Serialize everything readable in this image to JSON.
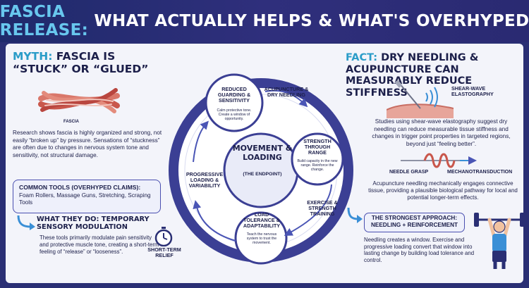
{
  "header": {
    "title_accent": "FASCIA RELEASE:",
    "title_rest": " WHAT ACTUALLY HELPS & WHAT'S OVERHYPED"
  },
  "myth": {
    "heading_accent": "MYTH:",
    "heading_rest": " FASCIA IS “STUCK” OR “GLUED”",
    "image_label": "FASCIA",
    "body": "Research shows fascia is highly organized and strong, not easily “broken up” by pressure. Sensations of “stuckness” are often due to changes in nervous system tone and sensitivity, not structural damage.",
    "tools_title": "COMMON TOOLS (OVERHYPED CLAIMS):",
    "tools_list": "Foam Rollers, Massage Guns, Stretching, Scraping Tools",
    "what_title": "WHAT THEY DO: TEMPORARY SENSORY MODULATION",
    "what_body": "These tools primarily modulate pain sensitivity and protective muscle tone, creating a short-term feeling of “release” or “looseness”.",
    "relief_label": "SHORT-TERM RELIEF"
  },
  "cycle": {
    "arc_title": "THE REAL PATH TO LONG-TERM ADAPTATION",
    "center_title": "MOVEMENT & LOADING",
    "center_sub": "(THE ENDPOINT)",
    "node_top_title": "REDUCED GUARDING & SENSITIVITY",
    "node_top_sub": "Calm protective tone. Create a window of opportunity.",
    "node_right_title": "STRENGTH THROUGH RANGE",
    "node_right_sub": "Build capacity in the new range. Reinforce the change.",
    "node_bottom_title": "LOAD TOLERANCE & ADAPTABILITY",
    "node_bottom_sub": "Teach the nervous system to trust the movement.",
    "label_acupuncture": "ACUPUNCTURE & DRY NEEDLING",
    "label_exercise": "EXERCISE & STRENGTH TRAINING",
    "label_progressive": "PROGRESSIVE LOADING & VARIABILITY"
  },
  "fact": {
    "heading_accent": "FACT:",
    "heading_rest": " DRY NEEDLING & ACUPUNCTURE CAN MEASURABLY REDUCE STIFFNESS",
    "shear_label": "SHEAR-WAVE ELASTOGRAPHY",
    "studies_body": "Studies using shear-wave elastography suggest dry needling can reduce measurable tissue stiffness and changes in trigger point properties in targeted regions, beyond just “feeling better”.",
    "grasp_label": "NEEDLE GRASP",
    "mech_label": "MECHANOTRANSDUCTION",
    "acu_body": "Acupuncture needling mechanically engages connective tissue, providing a plausible biological pathway for local and potential longer-term effects.",
    "strong_title": "THE STRONGEST APPROACH: NEEDLING + REINFORCEMENT",
    "strong_body": "Needling creates a window. Exercise and progressive loading convert that window into lasting change by building load tolerance and control."
  }
}
